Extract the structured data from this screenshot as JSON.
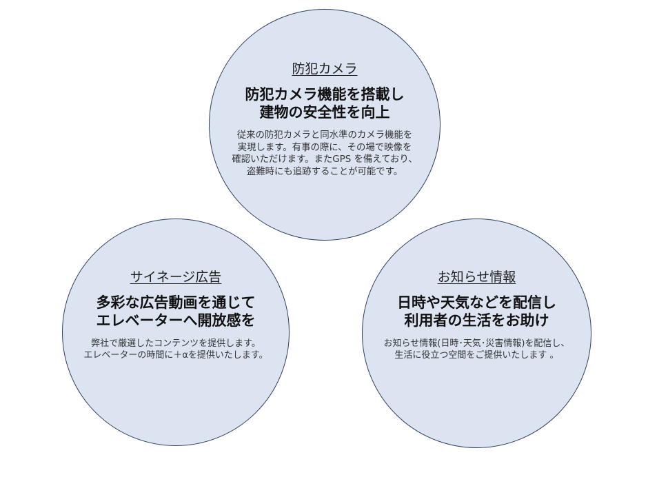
{
  "circles": {
    "camera": {
      "label": "防犯カメラ",
      "headline": [
        "防犯カメラ機能を搭載し",
        "建物の安全性を向上"
      ],
      "description": [
        "従来の防犯カメラと同水準のカメラ機能を",
        "実現します。有事の際に、その場で映像を",
        "確認いただけます。またGPS を備えており、",
        "盗難時にも追跡することが可能です。"
      ]
    },
    "signage": {
      "label": "サイネージ広告",
      "headline": [
        "多彩な広告動画を通じて",
        "エレベーターへ開放感を"
      ],
      "description": [
        "弊社で厳選したコンテンツを提供します。",
        "エレベーターの時間に＋αを提供いたします。"
      ]
    },
    "info": {
      "label": "お知らせ情報",
      "headline": [
        "日時や天気などを配信し",
        "利用者の生活をお助け"
      ],
      "description": [
        "お知らせ情報(日時･天気･災害情報)を配信し、",
        "生活に役立つ空間をご提供いたします 。"
      ]
    }
  },
  "colors": {
    "circle_fill": "#dde4f1",
    "circle_border": "#2d3e5f"
  }
}
